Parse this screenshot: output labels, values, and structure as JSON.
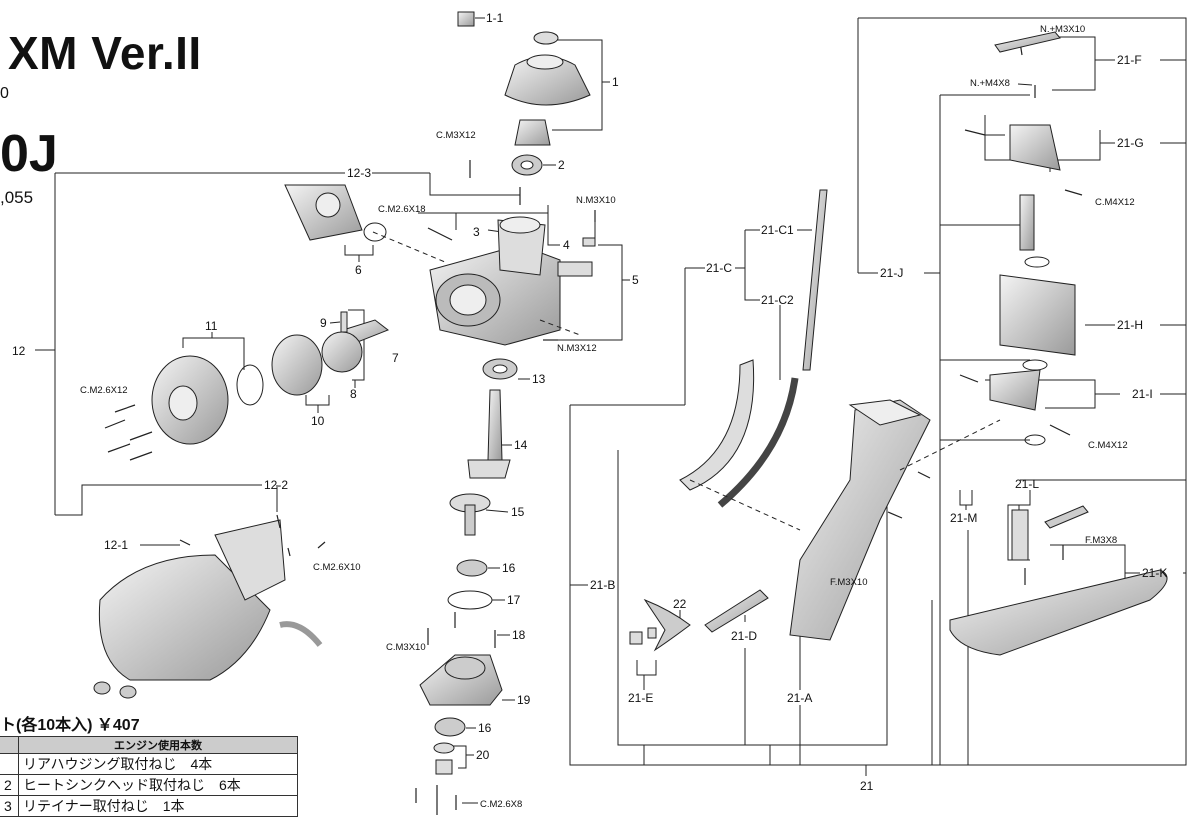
{
  "title": {
    "model": "XM Ver.II",
    "code_fragment": "0",
    "big_fragment": "0J",
    "price_fragment": ",055"
  },
  "parts": {
    "p1_1": "1-1",
    "p1": "1",
    "p2": "2",
    "p3": "3",
    "p4": "4",
    "p5": "5",
    "p6": "6",
    "p7": "7",
    "p8": "8",
    "p9": "9",
    "p10": "10",
    "p11": "11",
    "p12": "12",
    "p12_1": "12-1",
    "p12_2": "12-2",
    "p12_3": "12-3",
    "p13": "13",
    "p14": "14",
    "p15": "15",
    "p16a": "16",
    "p16b": "16",
    "p17": "17",
    "p18": "18",
    "p19": "19",
    "p20": "20",
    "p21": "21",
    "p21A": "21-A",
    "p21B": "21-B",
    "p21C": "21-C",
    "p21C1": "21-C1",
    "p21C2": "21-C2",
    "p21D": "21-D",
    "p21E": "21-E",
    "p21F": "21-F",
    "p21G": "21-G",
    "p21H": "21-H",
    "p21I": "21-I",
    "p21J": "21-J",
    "p21K": "21-K",
    "p21L": "21-L",
    "p21M": "21-M",
    "p22": "22"
  },
  "screws": {
    "cm3x12": "C.M3X12",
    "cm26x18": "C.M2.6X18",
    "nm3x10": "N.M3X10",
    "nm3x12": "N.M3X12",
    "cm26x12": "C.M2.6X12",
    "cm26x10": "C.M2.6X10",
    "cm3x10": "C.M3X10",
    "cm26x8": "C.M2.6X8",
    "npm3x10": "N.+M3X10",
    "npm4x8": "N.+M4X8",
    "cm4x12a": "C.M4X12",
    "cm4x12b": "C.M4X12",
    "fm3x10": "F.M3X10",
    "fm3x8": "F.M3X8"
  },
  "screw_set": {
    "heading": "ト(各10本入) ￥407",
    "column_header": "エンジン使用本数",
    "rows": [
      {
        "num": "",
        "text": "リアハウジング取付ねじ　4本"
      },
      {
        "num": "2",
        "text": "ヒートシンクヘッド取付ねじ　6本"
      },
      {
        "num": "3",
        "text": "リテイナー取付ねじ　1本"
      }
    ]
  }
}
